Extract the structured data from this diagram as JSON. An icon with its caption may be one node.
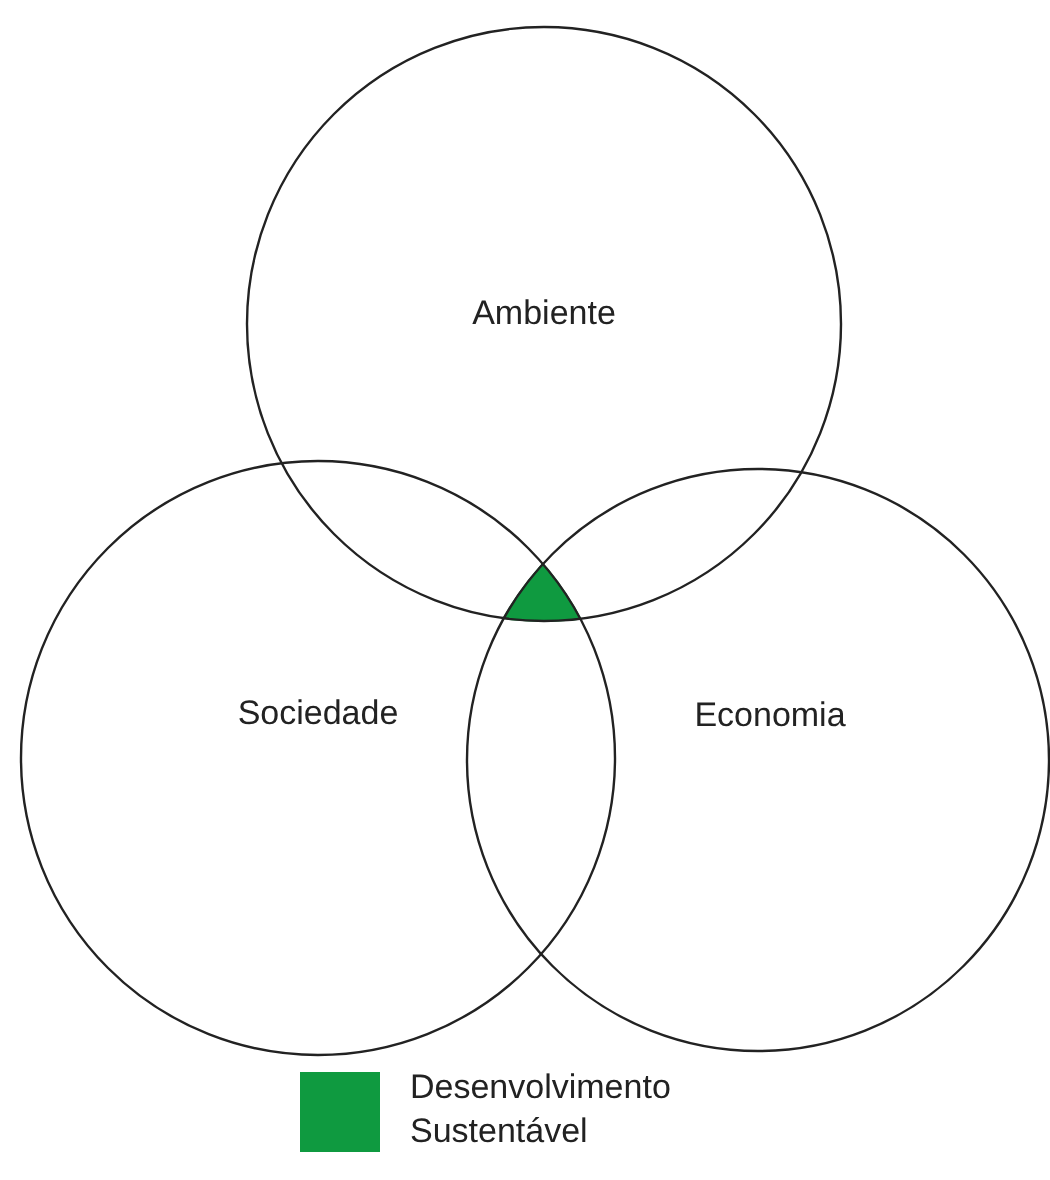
{
  "diagram": {
    "nodes": [
      {
        "text": [
          "Ambiente"
        ]
      },
      {
        "text": [
          "Sociedade"
        ]
      },
      {
        "text": [
          "Economia"
        ]
      }
    ],
    "legend": [
      {
        "text": "Desenvolvimento Sustentável",
        "color": "#0f9a40"
      }
    ]
  }
}
